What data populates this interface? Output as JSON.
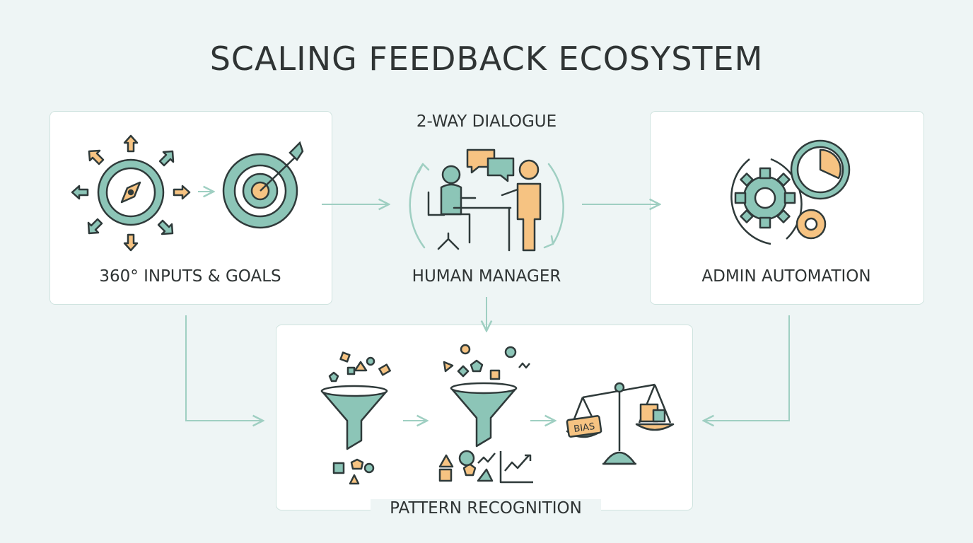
{
  "title": "SCALING FEEDBACK ECOSYSTEM",
  "nodes": {
    "inputs": {
      "label": "360° INPUTS & GOALS"
    },
    "dialogue": {
      "caption": "2-WAY DIALOGUE",
      "label": "HUMAN MANAGER"
    },
    "automation": {
      "label": "ADMIN AUTOMATION"
    },
    "pattern": {
      "label": "PATTERN RECOGNITION",
      "bias_tag": "BIAS"
    }
  },
  "icons": [
    "compass-icon",
    "target-icon",
    "meeting-icon",
    "gears-clock-icon",
    "funnel-icon",
    "funnel-chart-icon",
    "balance-scale-icon"
  ],
  "colors": {
    "teal": "#8cc5b7",
    "teal_stroke": "#2f3a3a",
    "orange": "#f6c382",
    "arrow": "#9fcfc2",
    "panel_border": "#cfe3df"
  }
}
